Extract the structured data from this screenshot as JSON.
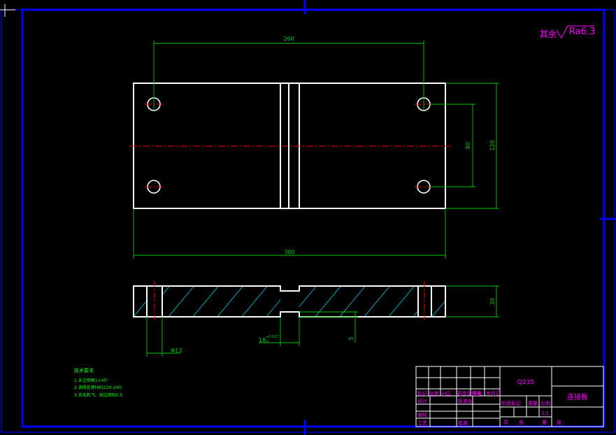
{
  "colors": {
    "background": "#000000",
    "frame": "#0000ff",
    "geometry": "#ffffff",
    "dimension": "#00c800",
    "centerline": "#ff0000",
    "hatch": "#00b4c8",
    "title_text": "#ff00ff",
    "notes": "#00ff00"
  },
  "roughness": {
    "prefix": "其余",
    "value": "Ra6.3"
  },
  "dimensions": {
    "hole_spacing": "260",
    "overall_length": "300",
    "overall_width": "120",
    "hole_pitch_vertical": "80",
    "thickness": "30",
    "hole_diameter": "Φ13",
    "slot_width": "18",
    "slot_tolerance": "+0.027",
    "slot_tolerance_lower": "0",
    "slot_depth": "5"
  },
  "tech_notes": {
    "title": "技术要求",
    "items": [
      "1.未注倒角1×45°",
      "2.调质处理HBS220-240;",
      "3.去毛刺飞、锐边倒钝0.5"
    ]
  },
  "title_block": {
    "material": "Q235",
    "part_name": "连接板",
    "header_labels": [
      "标记",
      "处数",
      "分区",
      "更改文件号",
      "签名",
      "年月日"
    ],
    "row_design": "设计",
    "row_standard": "标准化",
    "row_check": "审核",
    "row_process": "工艺",
    "row_approve": "批准",
    "stage_label": "阶段标记",
    "weight_label": "重量",
    "scale_label": "比例",
    "scale_value": "1:1",
    "sheets_total": "共",
    "sheets_label": "张",
    "sheet_num": "第",
    "sheet_label2": "张"
  }
}
